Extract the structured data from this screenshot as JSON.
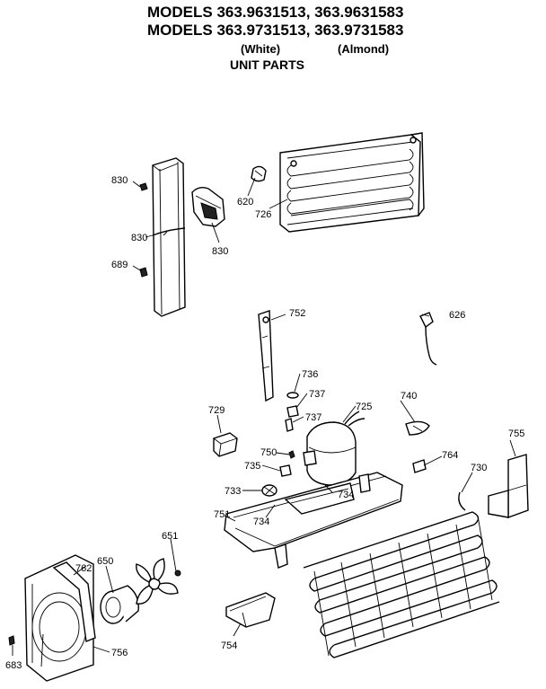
{
  "header": {
    "line1": "MODELS 363.9631513, 363.9631583",
    "line2": "MODELS 363.9731513, 363.9731583",
    "color_white": "(White)",
    "color_almond": "(Almond)",
    "subtitle": "UNIT PARTS"
  },
  "parts": {
    "p620": "620",
    "p626": "626",
    "p650": "650",
    "p651": "651",
    "p683": "683",
    "p689": "689",
    "p725": "725",
    "p726": "726",
    "p729": "729",
    "p730": "730",
    "p733": "733",
    "p734a": "734",
    "p734b": "734",
    "p735": "735",
    "p736": "736",
    "p737a": "737",
    "p737b": "737",
    "p740": "740",
    "p750": "750",
    "p751": "751",
    "p752": "752",
    "p754": "754",
    "p755": "755",
    "p756": "756",
    "p762": "762",
    "p764": "764",
    "p830a": "830",
    "p830b": "830",
    "p830c": "830"
  }
}
